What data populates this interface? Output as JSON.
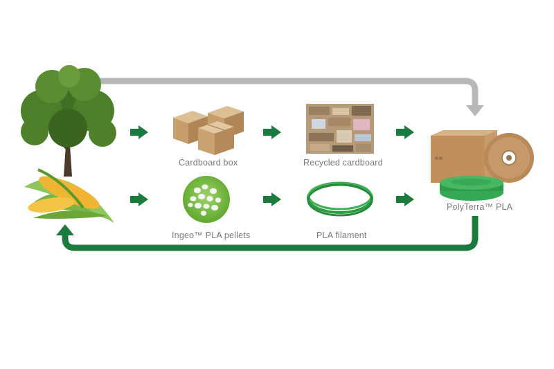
{
  "colors": {
    "green_arrow": "#1c7a3e",
    "gray_arrow": "#b8b8b8",
    "label_text": "#7a7a7a"
  },
  "nodes": {
    "tree": {
      "icon": "tree-icon"
    },
    "corn": {
      "icon": "corn-icon"
    },
    "cardboard_box": {
      "label": "Cardboard box",
      "icon": "cardboard-boxes-icon"
    },
    "recycled_cardboard": {
      "label": "Recycled cardboard",
      "icon": "recycled-cardboard-icon"
    },
    "pellets": {
      "label": "Ingeo™ PLA pellets",
      "icon": "pla-pellets-icon"
    },
    "filament": {
      "label": "PLA filament",
      "icon": "filament-coil-icon"
    },
    "polyterra": {
      "label": "PolyTerra™ PLA",
      "icon": "spool-box-icon"
    }
  },
  "edges": [
    {
      "from": "tree",
      "to": "cardboard_box"
    },
    {
      "from": "cardboard_box",
      "to": "recycled_cardboard"
    },
    {
      "from": "recycled_cardboard",
      "to": "polyterra"
    },
    {
      "from": "corn",
      "to": "pellets"
    },
    {
      "from": "pellets",
      "to": "filament"
    },
    {
      "from": "filament",
      "to": "polyterra"
    },
    {
      "from": "tree",
      "to": "polyterra",
      "style": "gray-loop"
    },
    {
      "from": "polyterra",
      "to": "corn",
      "style": "green-loop"
    }
  ]
}
